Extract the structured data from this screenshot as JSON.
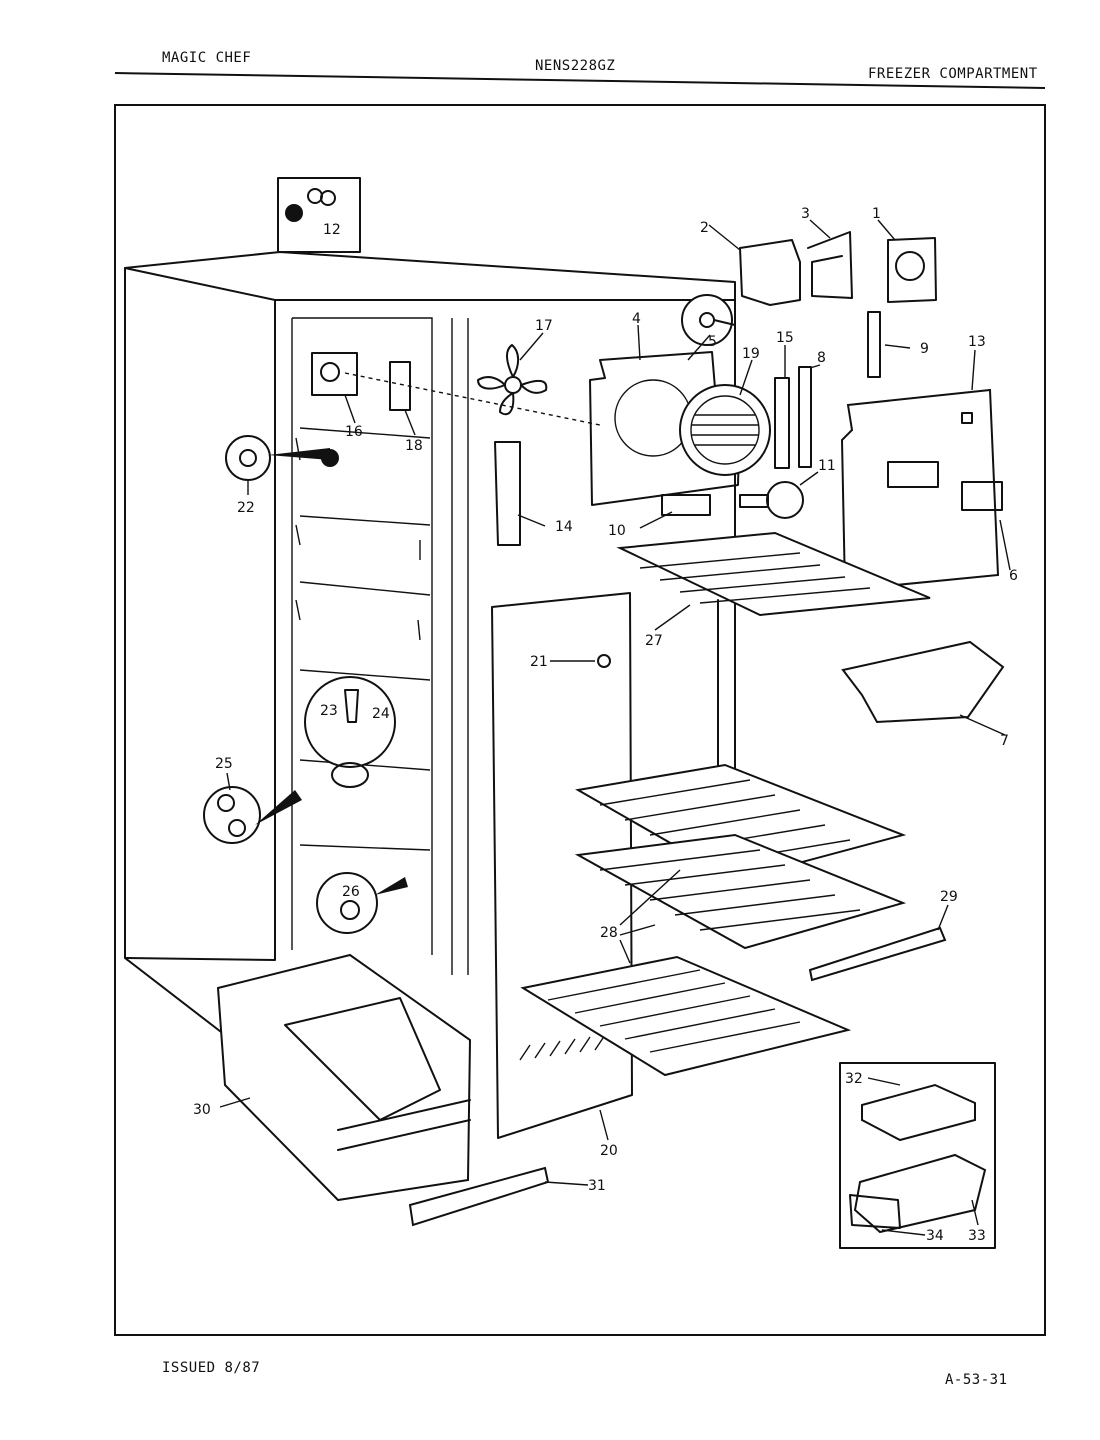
{
  "header": {
    "brand": "MAGIC CHEF",
    "model": "NENS228GZ",
    "section": "FREEZER COMPARTMENT"
  },
  "footer": {
    "issued": "ISSUED 8/87",
    "page_code": "A-53-31"
  },
  "parts": {
    "p1": "1",
    "p2": "2",
    "p3": "3",
    "p4": "4",
    "p5": "5",
    "p6": "6",
    "p7": "7",
    "p8": "8",
    "p9": "9",
    "p10": "10",
    "p11": "11",
    "p12": "12",
    "p13": "13",
    "p14": "14",
    "p15": "15",
    "p16": "16",
    "p17": "17",
    "p18": "18",
    "p19": "19",
    "p20": "20",
    "p21": "21",
    "p22": "22",
    "p23": "23",
    "p24": "24",
    "p25": "25",
    "p26": "26",
    "p27": "27",
    "p28": "28",
    "p29": "29",
    "p30": "30",
    "p31": "31",
    "p32": "32",
    "p33": "33",
    "p34": "34"
  }
}
